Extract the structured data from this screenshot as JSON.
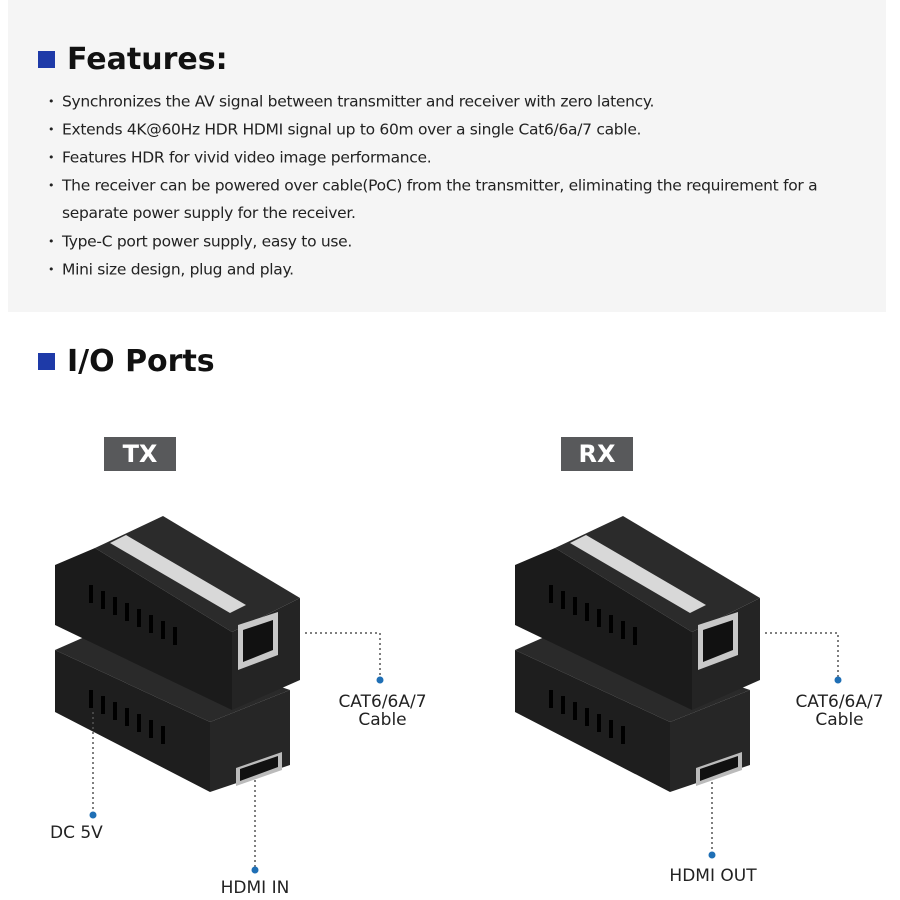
{
  "features": {
    "title": "Features:",
    "items": [
      "Synchronizes the AV signal between transmitter and receiver with zero latency.",
      "Extends 4K@60Hz HDR HDMI signal up to 60m over a single Cat6/6a/7 cable.",
      "Features HDR for vivid video image performance.",
      "The receiver can be powered over cable(PoC) from the transmitter, eliminating the requirement for a separate power supply for the receiver.",
      "Type-C port power supply, easy to use.",
      "Mini size design, plug and play."
    ]
  },
  "io_ports": {
    "title": "I/O Ports",
    "tx": {
      "tag": "TX",
      "cable_label_1": "CAT6/6A/7",
      "cable_label_2": "Cable",
      "dc_label": "DC 5V",
      "hdmi_label": "HDMI IN"
    },
    "rx": {
      "tag": "RX",
      "cable_label_1": "CAT6/6A/7",
      "cable_label_2": "Cable",
      "hdmi_label": "HDMI OUT"
    }
  },
  "colors": {
    "accent": "#1e3aa8",
    "device": "#1c1c1c",
    "callout_dot": "#1f6fb5"
  }
}
